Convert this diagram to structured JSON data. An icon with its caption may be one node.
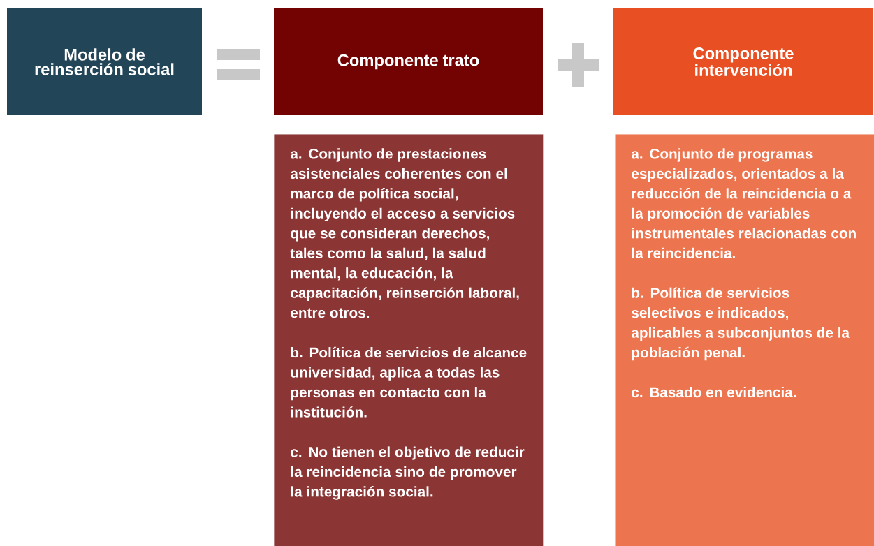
{
  "diagram": {
    "nodes": [
      {
        "text": [
          "Modelo de reinserción social"
        ]
      },
      {
        "text": [
          "Componente trato"
        ]
      },
      {
        "text": [
          "Componente intervención"
        ]
      },
      {
        "text": [
          "a. Conjunto de prestaciones asistenciales coherentes con el marco de política social, incluyendo el acceso a servicios que se consideran derechos, tales como la salud, la salud mental, la educación, la capacitación, reinserción laboral, entre otros.",
          "b. Política de servicios de alcance universidad, aplica a todas las personas en contacto con la institución.",
          "c. No tienen el objetivo de reducir la reincidencia sino de promover la integración social."
        ]
      },
      {
        "text": [
          "a. Conjunto de programas especializados, orientados a la reducción de la reincidencia o a la promoción de variables instrumentales relacionadas con la reincidencia.",
          "b. Política de servicios selectivos e indicados, aplicables a subconjuntos de la población penal.",
          "c. Basado en evidencia."
        ]
      }
    ]
  }
}
